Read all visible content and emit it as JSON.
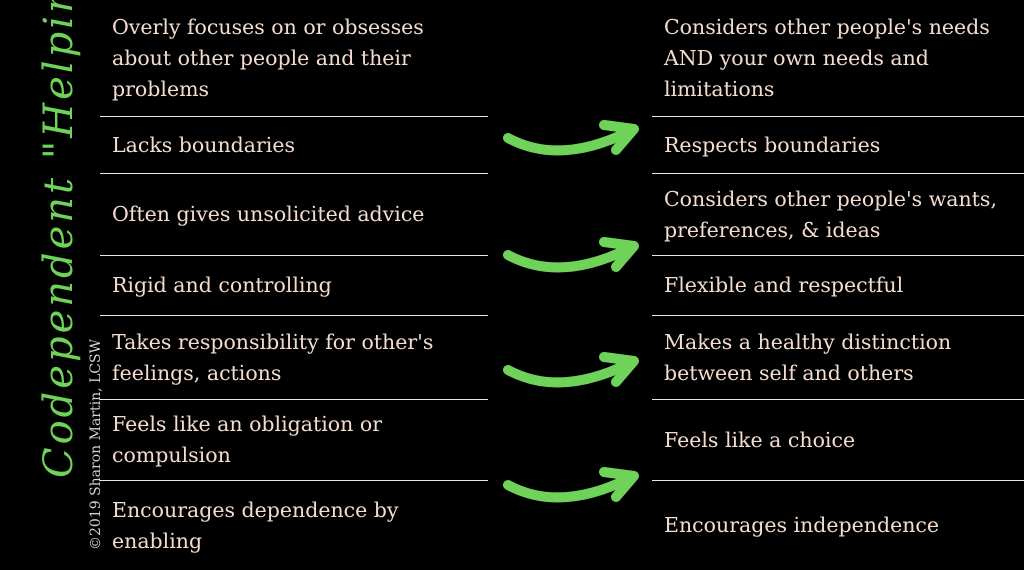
{
  "side_title": "Codependent \"Helping\"",
  "copyright": "©2019 Sharon Martin, LCSW",
  "accent_color": "#6fd35a",
  "text_color": "#f3dccd",
  "left": [
    "Overly focuses on or obsesses about other people and their problems",
    "Lacks boundaries",
    "Often gives unsolicited  advice",
    "Rigid and controlling",
    "Takes responsibility for other's feelings, actions",
    "Feels like an obligation or compulsion",
    "Encourages dependence by enabling"
  ],
  "right": [
    "Considers other people's needs AND your own needs and limitations",
    "Respects boundaries",
    "Considers other people's wants, preferences, & ideas",
    "Flexible and respectful",
    "Makes a healthy distinction between self and others",
    "Feels like a choice",
    "Encourages independence"
  ],
  "arrows": [
    "arrow-icon",
    "arrow-icon",
    "arrow-icon",
    "arrow-icon"
  ]
}
